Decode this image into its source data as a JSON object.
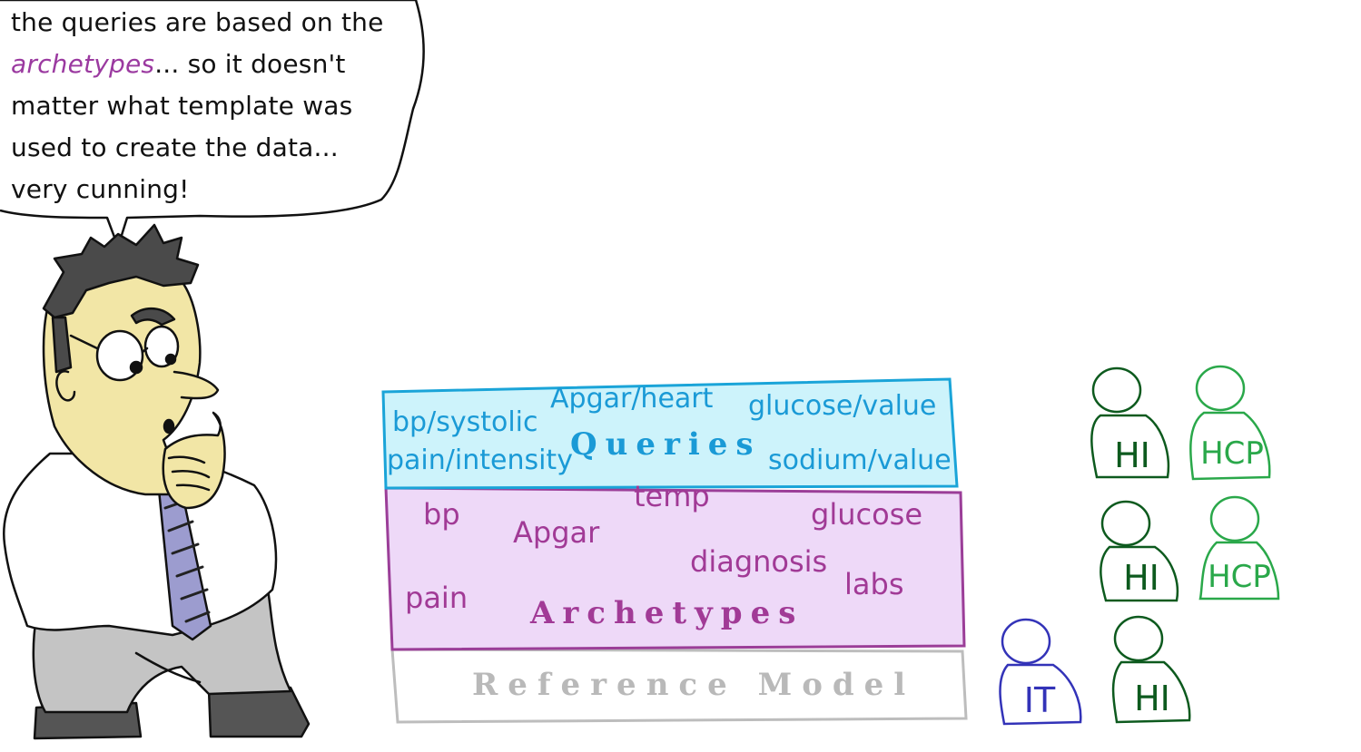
{
  "speech_bubble": {
    "line1": "the queries are based on the",
    "line2_highlight": "archetypes",
    "line2_rest": "... so it doesn't",
    "line3": "matter what template was",
    "line4": "used to create the data...",
    "line5": "very cunning!"
  },
  "stack": {
    "queries": {
      "title": "Queries",
      "items": [
        "Apgar/heart",
        "glucose/value",
        "bp/systolic",
        "pain/intensity",
        "sodium/value"
      ],
      "fill": "#cdf3fb",
      "stroke": "#1aa4d8"
    },
    "archetypes": {
      "title": "Archetypes",
      "items": [
        "bp",
        "temp",
        "glucose",
        "Apgar",
        "diagnosis",
        "labs",
        "pain"
      ],
      "fill": "#eed9f8",
      "stroke": "#9b3e98"
    },
    "reference_model": {
      "title": "Reference Model",
      "stroke": "#bdbdbd"
    }
  },
  "people": [
    {
      "label": "HI",
      "color": "#0d5a1e"
    },
    {
      "label": "HCP",
      "color": "#2aa84a"
    },
    {
      "label": "HI",
      "color": "#0d5a1e"
    },
    {
      "label": "HCP",
      "color": "#2aa84a"
    },
    {
      "label": "IT",
      "color": "#3333b8"
    },
    {
      "label": "HI",
      "color": "#0d5a1e"
    }
  ],
  "character": {
    "skin": "#f2e6a6",
    "hair": "#4a4a4a",
    "shirt": "#ffffff",
    "tie_stripe": "#9c9ccf",
    "trousers": "#c4c4c4"
  }
}
